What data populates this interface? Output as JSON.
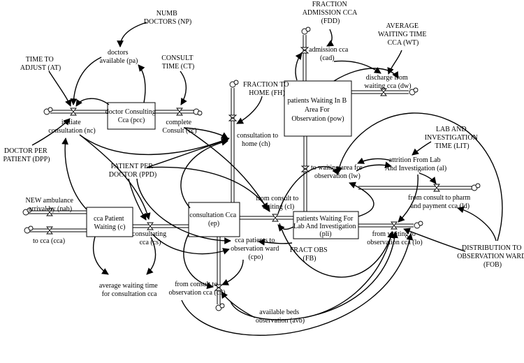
{
  "stocks": {
    "pcc": [
      "doctor Consulting",
      "Cca (pcc)"
    ],
    "c": [
      "cca Patient",
      "Waiting (c)"
    ],
    "ep": [
      "consultation Cca",
      "(ep)"
    ],
    "pli": [
      "patients Waiting For",
      "Lab And Investigation",
      "(pli)"
    ],
    "pow": [
      "patients Waiting In B",
      "Area For",
      "Observation (pow)"
    ]
  },
  "flows": {
    "nc": [
      "initiate",
      "consultation (nc)"
    ],
    "cc": [
      "complete",
      "Consult (cc)"
    ],
    "nab": [
      "NEW ambulance",
      "arrival by (nab)"
    ],
    "cca": [
      "to cca (cca)"
    ],
    "cs": [
      "consultating",
      "cca (cs)"
    ],
    "ch": [
      "consultation to",
      "home (ch)"
    ],
    "cl": [
      "from consult to",
      "waiting (cl)"
    ],
    "cpo": [
      "cca patients to",
      "observation ward",
      "(cpo)"
    ],
    "co": [
      "from consult to",
      "observation cca (co)"
    ],
    "lw": [
      "to waiting area for",
      "observation (lw)"
    ],
    "al": [
      "attrition From Lab",
      "And Investigation (al)"
    ],
    "ld": [
      "from consult to pharm",
      "and payment cca (ld)"
    ],
    "lo": [
      "from waiting to",
      "observation cca (lo)"
    ],
    "cad": [
      "admission cca",
      "(cad)"
    ],
    "dw": [
      "discharge from",
      "waiting cca (dw)"
    ]
  },
  "variables": {
    "np": [
      "NUMB",
      "DOCTORS (NP)"
    ],
    "pa": [
      "doctors",
      "available (pa)"
    ],
    "ct": [
      "CONSULT",
      "TIME (CT)"
    ],
    "at": [
      "TIME TO",
      "ADJUST (AT)"
    ],
    "dpp": [
      "DOCTOR PER",
      "PATIENT (DPP)"
    ],
    "ppd": [
      "PATIENT PER",
      "DOCTOR (PPD)"
    ],
    "fh": [
      "FRACTION TO",
      "HOME (FH)"
    ],
    "fdd": [
      "FRACTION",
      "ADMISSION CCA",
      "(FDD)"
    ],
    "wt": [
      "AVERAGE",
      "WAITING TIME",
      "CCA (WT)"
    ],
    "lit": [
      "LAB AND",
      "INVESTIGATION",
      "TIME (LIT)"
    ],
    "fb": [
      "FRACT OBS",
      "(FB)"
    ],
    "fob": [
      "DISTRIBUTION TO",
      "OBSERVATION WARD",
      "(FOB)"
    ],
    "avb": [
      "available beds",
      "observation (avb)"
    ],
    "awt": [
      "average waiting time",
      "for consultation cca"
    ]
  }
}
